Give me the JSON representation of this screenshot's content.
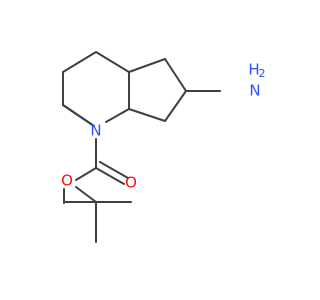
{
  "molecule": {
    "atoms": {
      "nitrogen_ring": {
        "label": "N",
        "color": "#3050F8"
      },
      "amine": {
        "label": "N",
        "h_label": "H",
        "h_count": "2",
        "color": "#3050F8"
      },
      "ester_oxygen": {
        "label": "O",
        "color": "#FF0D0D"
      },
      "carbonyl_oxygen": {
        "label": "O",
        "color": "#FF0D0D"
      }
    },
    "bond_color": "#404040"
  }
}
